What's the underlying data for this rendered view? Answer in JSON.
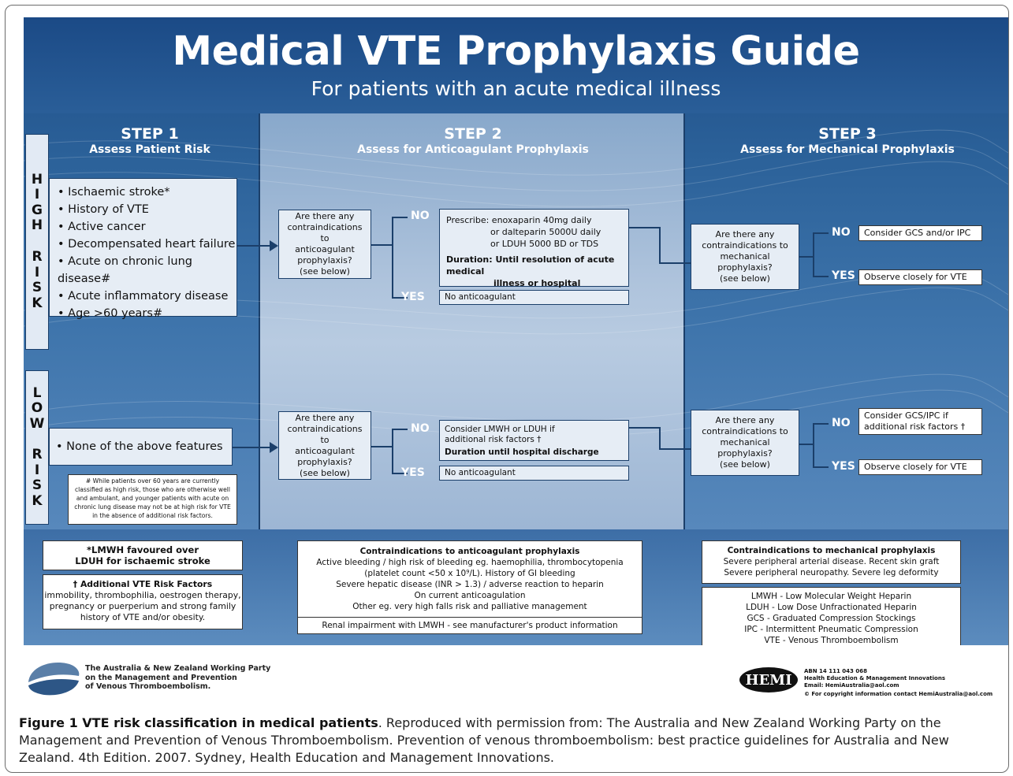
{
  "poster": {
    "title": "Medical VTE Prophylaxis Guide",
    "subtitle": "For patients with an acute medical illness"
  },
  "steps": [
    {
      "number": "STEP 1",
      "desc": "Assess Patient Risk"
    },
    {
      "number": "STEP 2",
      "desc": "Assess for Anticoagulant Prophylaxis"
    },
    {
      "number": "STEP 3",
      "desc": "Assess for Mechanical Prophylaxis"
    }
  ],
  "high_risk": {
    "tab_word1": [
      "H",
      "I",
      "G",
      "H"
    ],
    "tab_word2": [
      "R",
      "I",
      "S",
      "K"
    ],
    "criteria": [
      "Ischaemic stroke*",
      "History of VTE",
      "Active cancer",
      "Decompensated heart failure",
      "Acute on chronic lung disease#",
      "Acute inflammatory disease",
      "Age >60 years#"
    ],
    "anticoag_question": [
      "Are there any",
      "contraindications to",
      "anticoagulant",
      "prophylaxis?",
      "(see below)"
    ],
    "no_label": "NO",
    "yes_label": "YES",
    "prescribe": [
      "Prescribe: enoxaparin 40mg daily",
      "or dalteparin 5000U daily",
      "or LDUH 5000 BD or TDS"
    ],
    "duration": [
      "Duration: Until resolution of acute medical",
      "illness or hospital discharge"
    ],
    "no_anticoag": "No anticoagulant",
    "mech_question": [
      "Are there any",
      "contraindications to",
      "mechanical",
      "prophylaxis?",
      "(see below)"
    ],
    "mech_no": "Consider GCS and/or IPC",
    "mech_yes": "Observe closely for VTE"
  },
  "low_risk": {
    "tab_word1": [
      "L",
      "O",
      "W"
    ],
    "tab_word2": [
      "R",
      "I",
      "S",
      "K"
    ],
    "criteria": "None of the above features",
    "note": "# While patients over 60 years are currently classified as high risk, those who are otherwise well and ambulant, and younger patients with acute on chronic lung disease may not be at high risk for VTE in the absence of additional risk factors.",
    "anticoag_question": [
      "Are there any",
      "contraindications to",
      "anticoagulant",
      "prophylaxis?",
      "(see below)"
    ],
    "no_label": "NO",
    "yes_label": "YES",
    "consider": [
      "Consider LMWH or LDUH if",
      "additional risk factors †"
    ],
    "duration": "Duration until hospital discharge",
    "no_anticoag": "No anticoagulant",
    "mech_question": [
      "Are there any",
      "contraindications to",
      "mechanical",
      "prophylaxis?",
      "(see below)"
    ],
    "mech_no": [
      "Consider GCS/IPC if",
      "additional risk factors †"
    ],
    "mech_yes": "Observe closely for VTE"
  },
  "bottom": {
    "lmwh_note": [
      "*LMWH favoured over",
      "LDUH for ischaemic stroke"
    ],
    "risk_factors_title": "† Additional VTE Risk Factors",
    "risk_factors": [
      "immobility, thrombophilia, oestrogen therapy,",
      "pregnancy or puerperium and strong family",
      "history of VTE and/or obesity."
    ],
    "anticoag_contra_title": "Contraindications to anticoagulant prophylaxis",
    "anticoag_contra": [
      "Active bleeding / high risk of bleeding eg. haemophilia, thrombocytopenia",
      "(platelet count <50 x 10⁹/L). History of GI bleeding",
      "Severe hepatic disease (INR > 1.3) / adverse reaction to heparin",
      "On current anticoagulation",
      "Other eg. very high falls risk and palliative management"
    ],
    "renal_note": "Renal impairment with LMWH - see manufacturer's product information",
    "mech_contra_title": "Contraindications to mechanical prophylaxis",
    "mech_contra": [
      "Severe peripheral arterial disease. Recent skin graft",
      "Severe peripheral neuropathy. Severe leg deformity"
    ],
    "abbreviations": [
      "LMWH - Low Molecular Weight Heparin",
      "LDUH - Low Dose Unfractionated Heparin",
      "GCS - Graduated Compression Stockings",
      "IPC - Intermittent Pneumatic Compression",
      "VTE - Venous Thromboembolism"
    ]
  },
  "footer": {
    "working_party": [
      "The Australia & New Zealand Working Party",
      "on the Management and Prevention",
      "of Venous Thromboembolism."
    ],
    "hemi_logo": "HEMI",
    "hemi_info": [
      "ABN 14 111 043 068",
      "Health Education & Management Innovations",
      "Email: HemiAustralia@aol.com",
      "© For copyright information contact HemiAustralia@aol.com"
    ]
  },
  "caption": {
    "bold": "Figure 1 VTE risk classification in medical patients",
    "text": ". Reproduced with permission from: The Australia and New Zealand Working Party on the Management and Prevention of Venous Thromboembolism. Prevention of venous thromboembolism: best practice guidelines for Australia and New Zealand. 4th Edition. 2007. Sydney, Health Education and Management Innovations."
  },
  "colors": {
    "navy": "#1b3f6a",
    "poster_blue": "#2b6199",
    "box_fill": "#e6edf5"
  }
}
